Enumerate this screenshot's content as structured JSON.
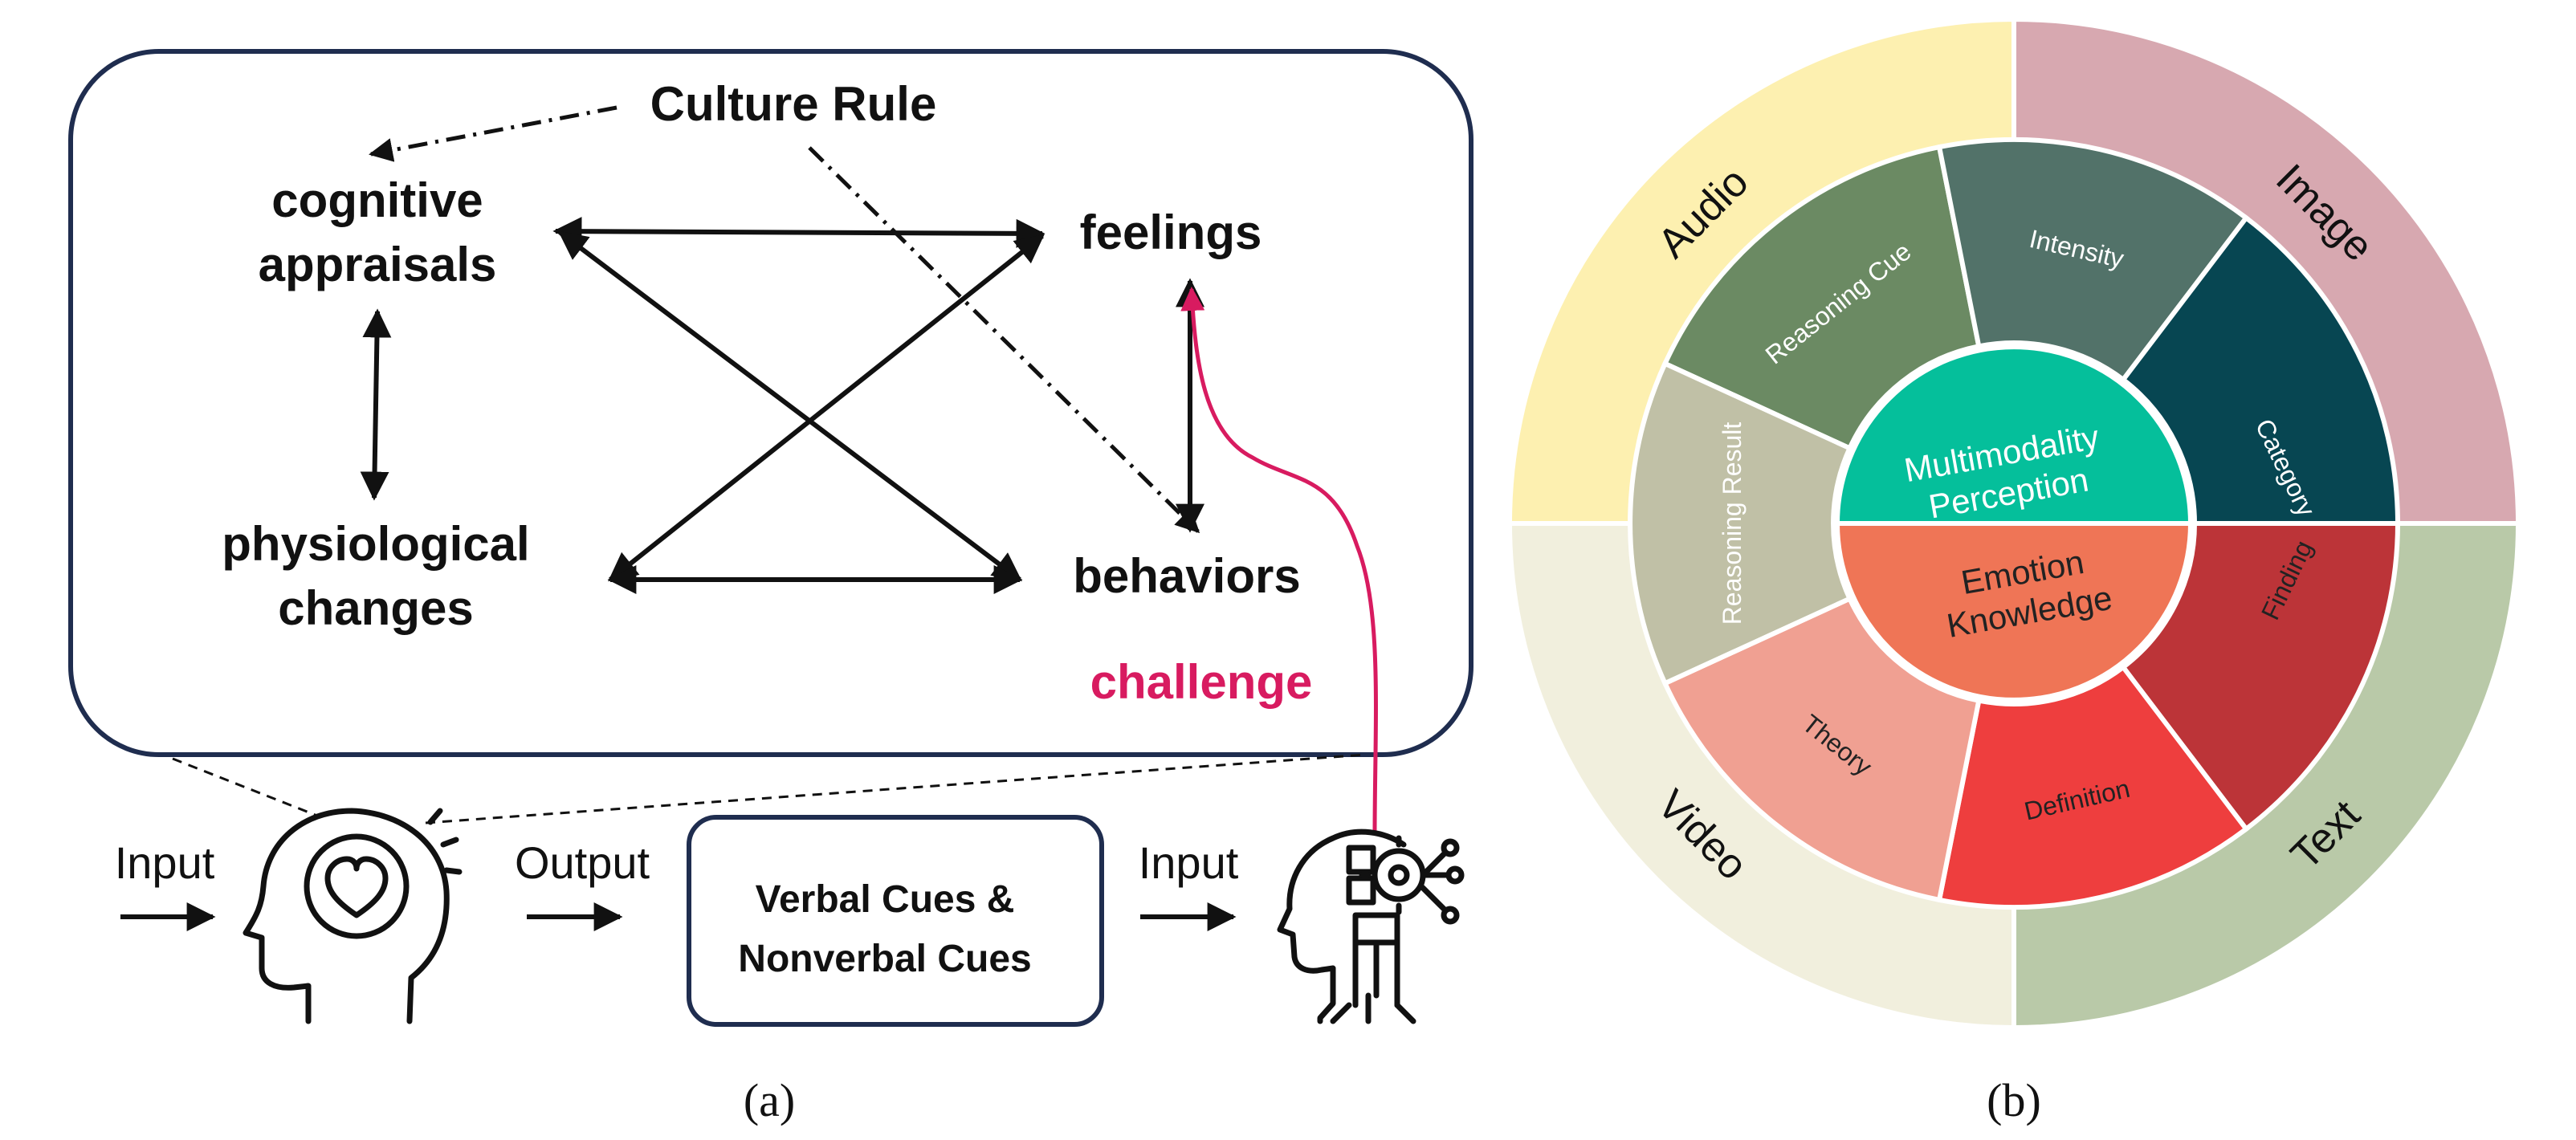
{
  "panel_a": {
    "caption": "(a)",
    "nodes": {
      "culture_rule": "Culture Rule",
      "cognitive_line1": "cognitive",
      "cognitive_line2": "appraisals",
      "feelings": "feelings",
      "physiological_line1": "physiological",
      "physiological_line2": "changes",
      "behaviors": "behaviors",
      "challenge": "challenge"
    },
    "flow": {
      "input_left": "Input",
      "output": "Output",
      "cues_line1": "Verbal Cues &",
      "cues_line2": "Nonverbal Cues",
      "input_right": "Input"
    },
    "icons": [
      "human-head-heart-icon",
      "ai-robot-head-icon"
    ],
    "colors": {
      "box_border": "#1f2d4f",
      "challenge": "#d81b60",
      "text": "#111111"
    }
  },
  "panel_b": {
    "caption": "(b)",
    "inner": {
      "top_line1": "Multimodality",
      "top_line2": "Perception",
      "bottom_line1": "Emotion",
      "bottom_line2": "Knowledge"
    },
    "middle": [
      "Intensity",
      "Category",
      "Finding",
      "Definition",
      "Theory",
      "Reasoning Result",
      "Reasoning Cue"
    ],
    "outer": [
      "Audio",
      "Image",
      "Text",
      "Video"
    ],
    "colors": {
      "perception": "#05bf9b",
      "knowledge": "#ef7556",
      "intensity": "#527269",
      "category": "#074652",
      "finding": "#bc3438",
      "definition": "#ee3e3e",
      "theory": "#f0a092",
      "reasoning_result": "#c0c0a6",
      "reasoning_cue": "#6b8a63",
      "audio": "#fdf0b0",
      "image": "#d7a8b0",
      "text": "#b9c9a8",
      "video": "#f1efdd"
    }
  }
}
